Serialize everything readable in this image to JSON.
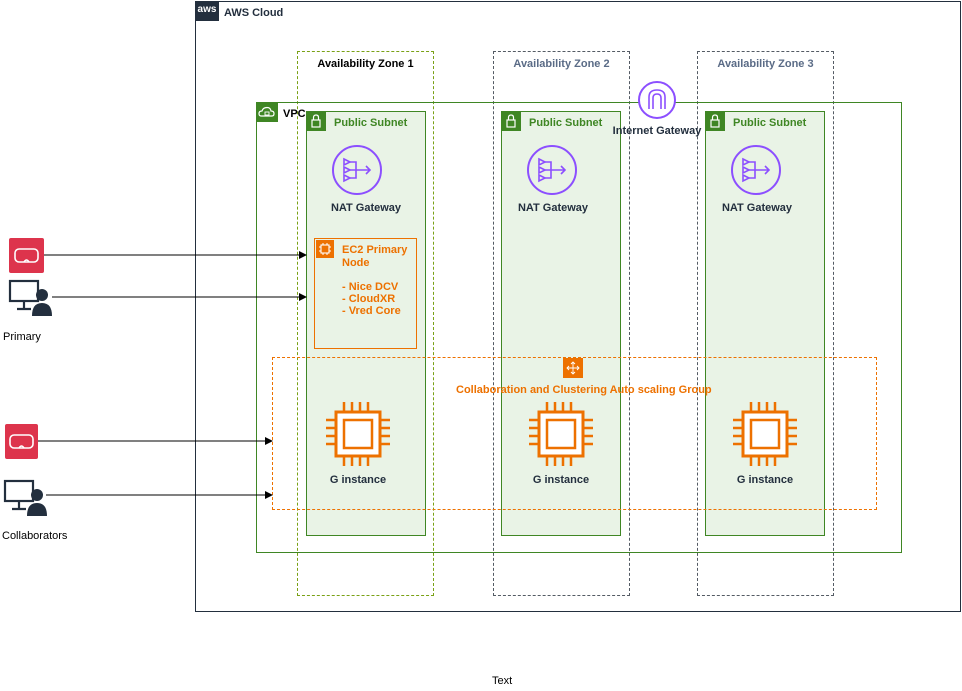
{
  "cloud": {
    "label": "AWS Cloud",
    "logo_text": "aws"
  },
  "zones": [
    {
      "label": "Availability Zone 1",
      "color": "#7AA116"
    },
    {
      "label": "Availability Zone 2",
      "color": "#147EBA"
    },
    {
      "label": "Availability Zone 3",
      "color": "#147EBA"
    }
  ],
  "vpc": {
    "label": "VPC",
    "color": "#3F8624"
  },
  "subnets": [
    {
      "label": "Public Subnet",
      "nat_label": "NAT Gateway"
    },
    {
      "label": "Public Subnet",
      "nat_label": "NAT Gateway"
    },
    {
      "label": "Public Subnet",
      "nat_label": "NAT Gateway"
    }
  ],
  "internet_gateway": {
    "label": "Internet Gateway",
    "color": "#8C4FFF"
  },
  "ec2_primary": {
    "title_line1": "EC2 Primary",
    "title_line2": "Node",
    "items": [
      "- Nice DCV",
      "- CloudXR",
      "- Vred Core"
    ],
    "color": "#ED7100"
  },
  "asg": {
    "label": "Collaboration and Clustering Auto scaling Group",
    "color": "#ED7100"
  },
  "g_instances": [
    {
      "label": "G instance"
    },
    {
      "label": "G instance"
    },
    {
      "label": "G instance"
    }
  ],
  "users": {
    "primary_label": "Primary",
    "collaborators_label": "Collaborators"
  },
  "footer_text": "Text",
  "colors": {
    "subnet_fill": "#E9F3E6",
    "subnet_border": "#3F8624",
    "vr_headset": "#DD344C",
    "ec2_orange": "#ED7100",
    "nat_purple": "#8C4FFF"
  }
}
